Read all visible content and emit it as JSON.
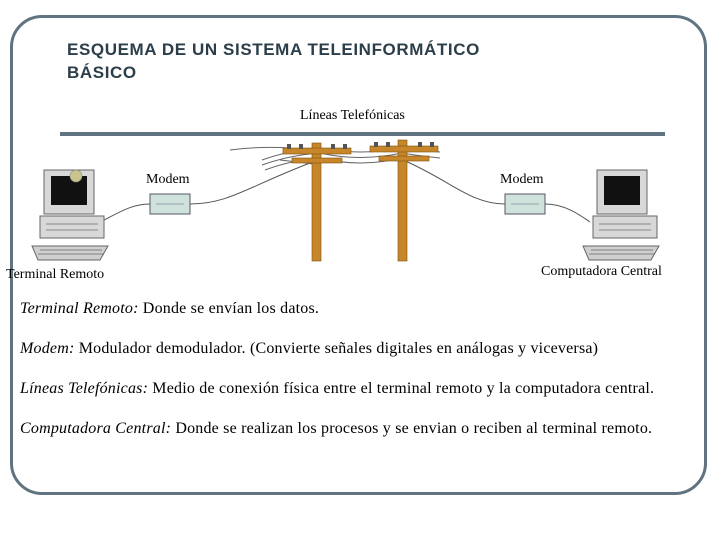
{
  "title": {
    "line1": "ESQUEMA DE UN SISTEMA TELEINFORMÁTICO",
    "line2": "BÁSICO"
  },
  "diagram": {
    "phone_lines_label": "Líneas Telefónicas",
    "modem_left_label": "Modem",
    "modem_right_label": "Modem",
    "terminal_label": "Terminal Remoto",
    "central_label": "Computadora Central"
  },
  "definitions": [
    {
      "term": "Terminal Remoto:",
      "text": " Donde se envían los datos."
    },
    {
      "term": "Modem:",
      "text": " Modulador demodulador. (Convierte señales digitales en análogas y viceversa)"
    },
    {
      "term": "Líneas Telefónicas:",
      "text": " Medio de conexión física entre el terminal remoto y la computadora central."
    },
    {
      "term": "Computadora Central:",
      "text": " Donde se realizan los procesos y se envian o reciben al terminal remoto."
    }
  ],
  "colors": {
    "frame": "#5f7480",
    "pole": "#c8862a",
    "modem": "#cfe3dc"
  }
}
